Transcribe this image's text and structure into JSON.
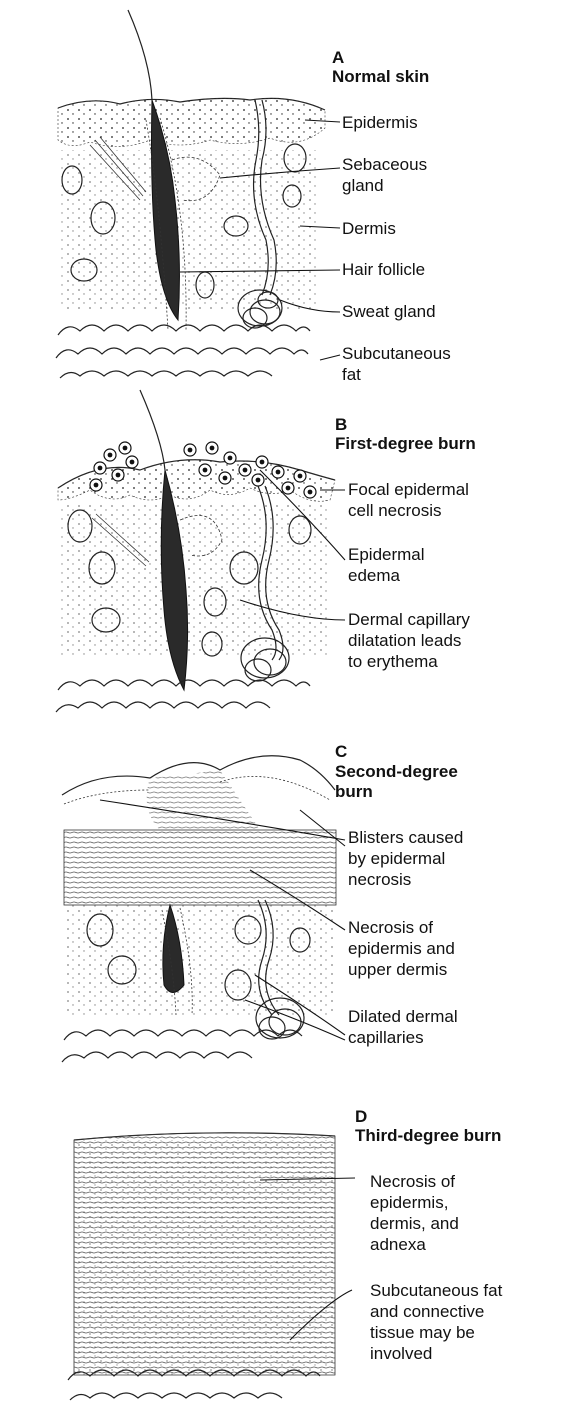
{
  "panels": [
    {
      "letter": "A",
      "title": "Normal skin",
      "labels": [
        [
          "Epidermis"
        ],
        [
          "Sebaceous",
          "gland"
        ],
        [
          "Dermis"
        ],
        [
          "Hair follicle"
        ],
        [
          "Sweat gland"
        ],
        [
          "Subcutaneous",
          "fat"
        ]
      ]
    },
    {
      "letter": "B",
      "title": "First-degree burn",
      "labels": [
        [
          "Focal epidermal",
          "cell necrosis"
        ],
        [
          "Epidermal",
          "edema"
        ],
        [
          "Dermal capillary",
          "dilatation leads",
          "to erythema"
        ]
      ]
    },
    {
      "letter": "C",
      "title_lines": [
        "Second-degree",
        "burn"
      ],
      "labels": [
        [
          "Blisters caused",
          "by epidermal",
          "necrosis"
        ],
        [
          "Necrosis of",
          "epidermis and",
          "upper dermis"
        ],
        [
          "Dilated dermal",
          "capillaries"
        ]
      ]
    },
    {
      "letter": "D",
      "title": "Third-degree burn",
      "labels": [
        [
          "Necrosis of",
          "epidermis,",
          "dermis, and",
          "adnexa"
        ],
        [
          "Subcutaneous fat",
          "and connective",
          "tissue may be",
          "involved"
        ]
      ]
    }
  ]
}
